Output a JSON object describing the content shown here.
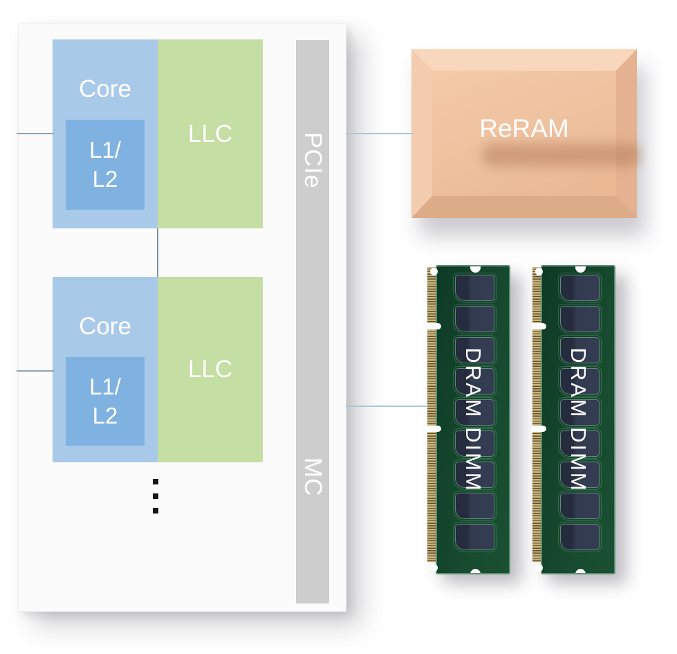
{
  "cpu": {
    "cores": [
      {
        "label": "Core",
        "cache_line1": "L1/",
        "cache_line2": "L2"
      },
      {
        "label": "Core",
        "cache_line1": "L1/",
        "cache_line2": "L2"
      }
    ],
    "llc_labels": [
      "LLC",
      "LLC"
    ],
    "pcie_label": "PCIe",
    "mc_label": "MC",
    "more_cores_indicator": "⋮"
  },
  "reram": {
    "label": "ReRAM"
  },
  "memory": {
    "dimms": [
      {
        "label": "DRAM DIMM"
      },
      {
        "label": "DRAM DIMM"
      }
    ]
  },
  "colors": {
    "core_blue": "#a9c9e9",
    "cache_blue": "#7fb2e0",
    "llc_green": "#c4dea3",
    "bus_gray": "#cdcdcd",
    "connector_line_blue": "#a9c5da",
    "inter_core_line": "#7d93a6",
    "reram_peach": "#eec09e",
    "dimm_pcb_green": "#174a2e",
    "dimm_chip_navy": "#333b51",
    "dimm_pin_gold": "#cbb47c",
    "label_white": "#ffffff"
  }
}
